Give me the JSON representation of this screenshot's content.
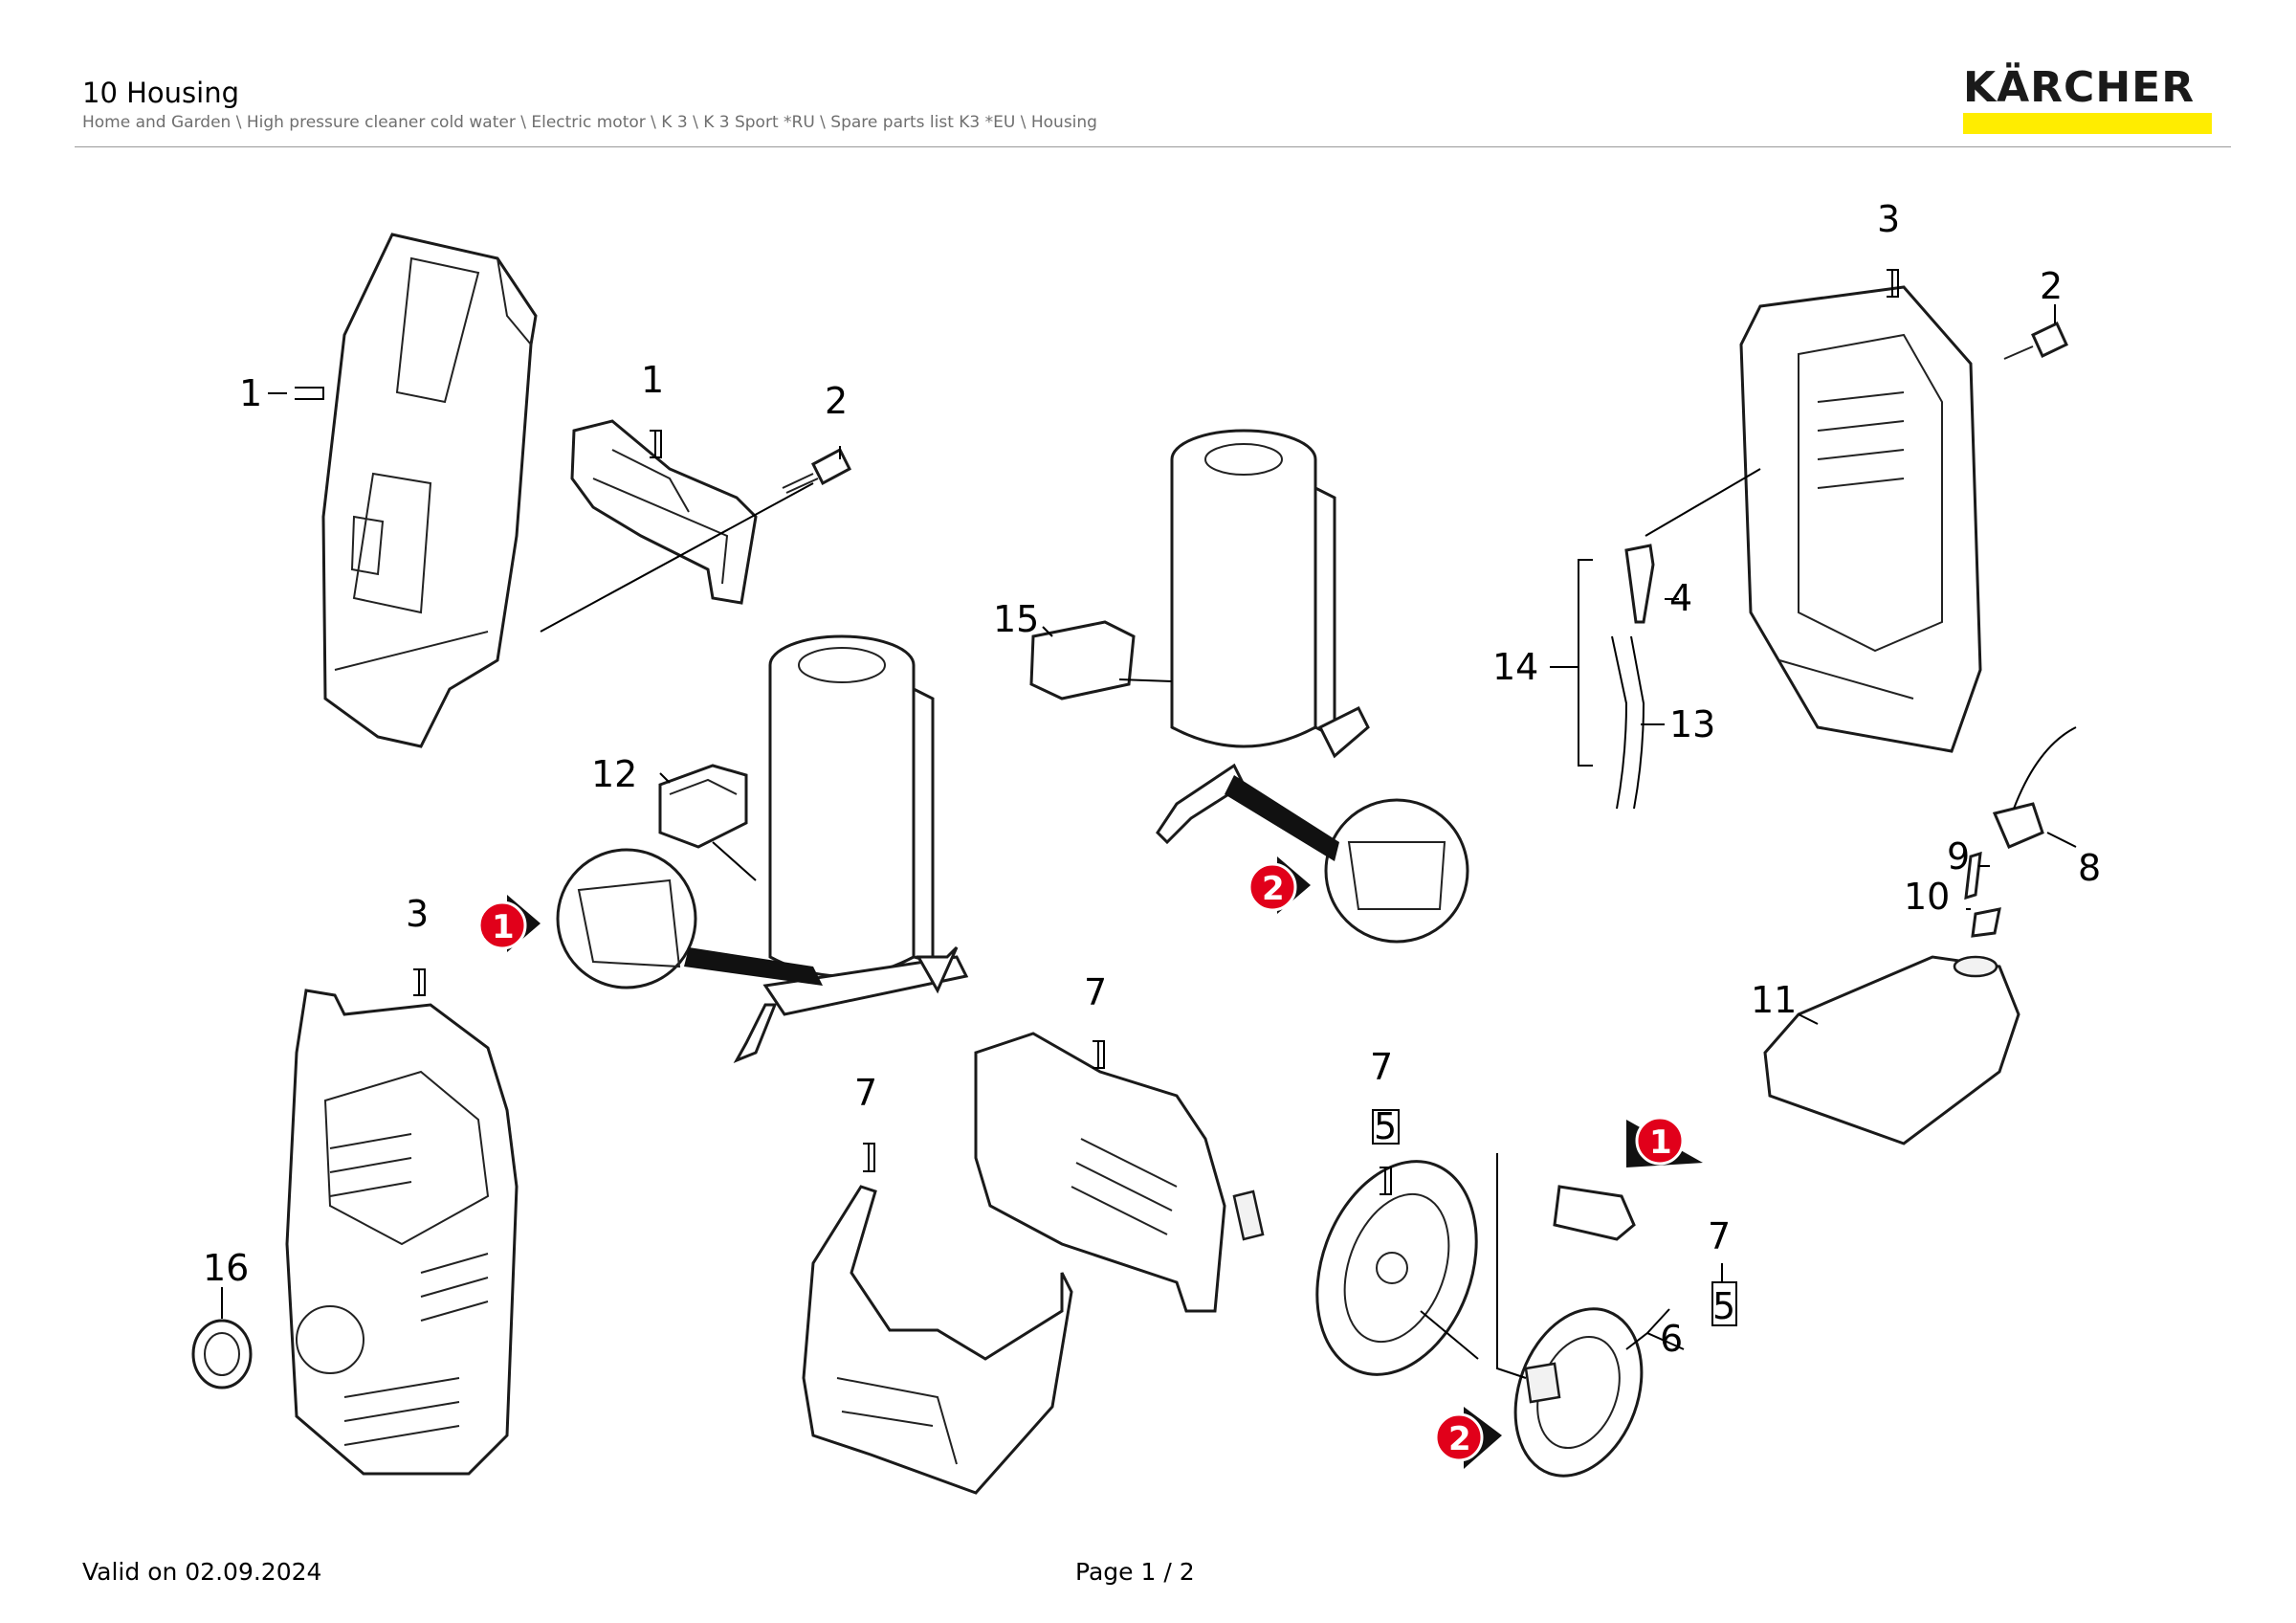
{
  "header": {
    "title": "10 Housing",
    "breadcrumb": "Home and Garden \\ High pressure cleaner cold water \\ Electric motor \\ K 3 \\ K 3 Sport *RU \\ Spare parts list K3 *EU \\ Housing",
    "logo_text": "KÄRCHER",
    "brand_color": "#ffed00"
  },
  "diagram": {
    "callouts": [
      "1",
      "1",
      "2",
      "3",
      "2",
      "4",
      "14",
      "13",
      "15",
      "12",
      "3",
      "7",
      "7",
      "7",
      "5",
      "16",
      "6",
      "7",
      "5",
      "8",
      "9",
      "10",
      "11"
    ],
    "detail_markers": [
      "1",
      "2",
      "1",
      "2"
    ]
  },
  "footer": {
    "valid_on": "Valid on 02.09.2024",
    "page": "Page 1 / 2"
  }
}
